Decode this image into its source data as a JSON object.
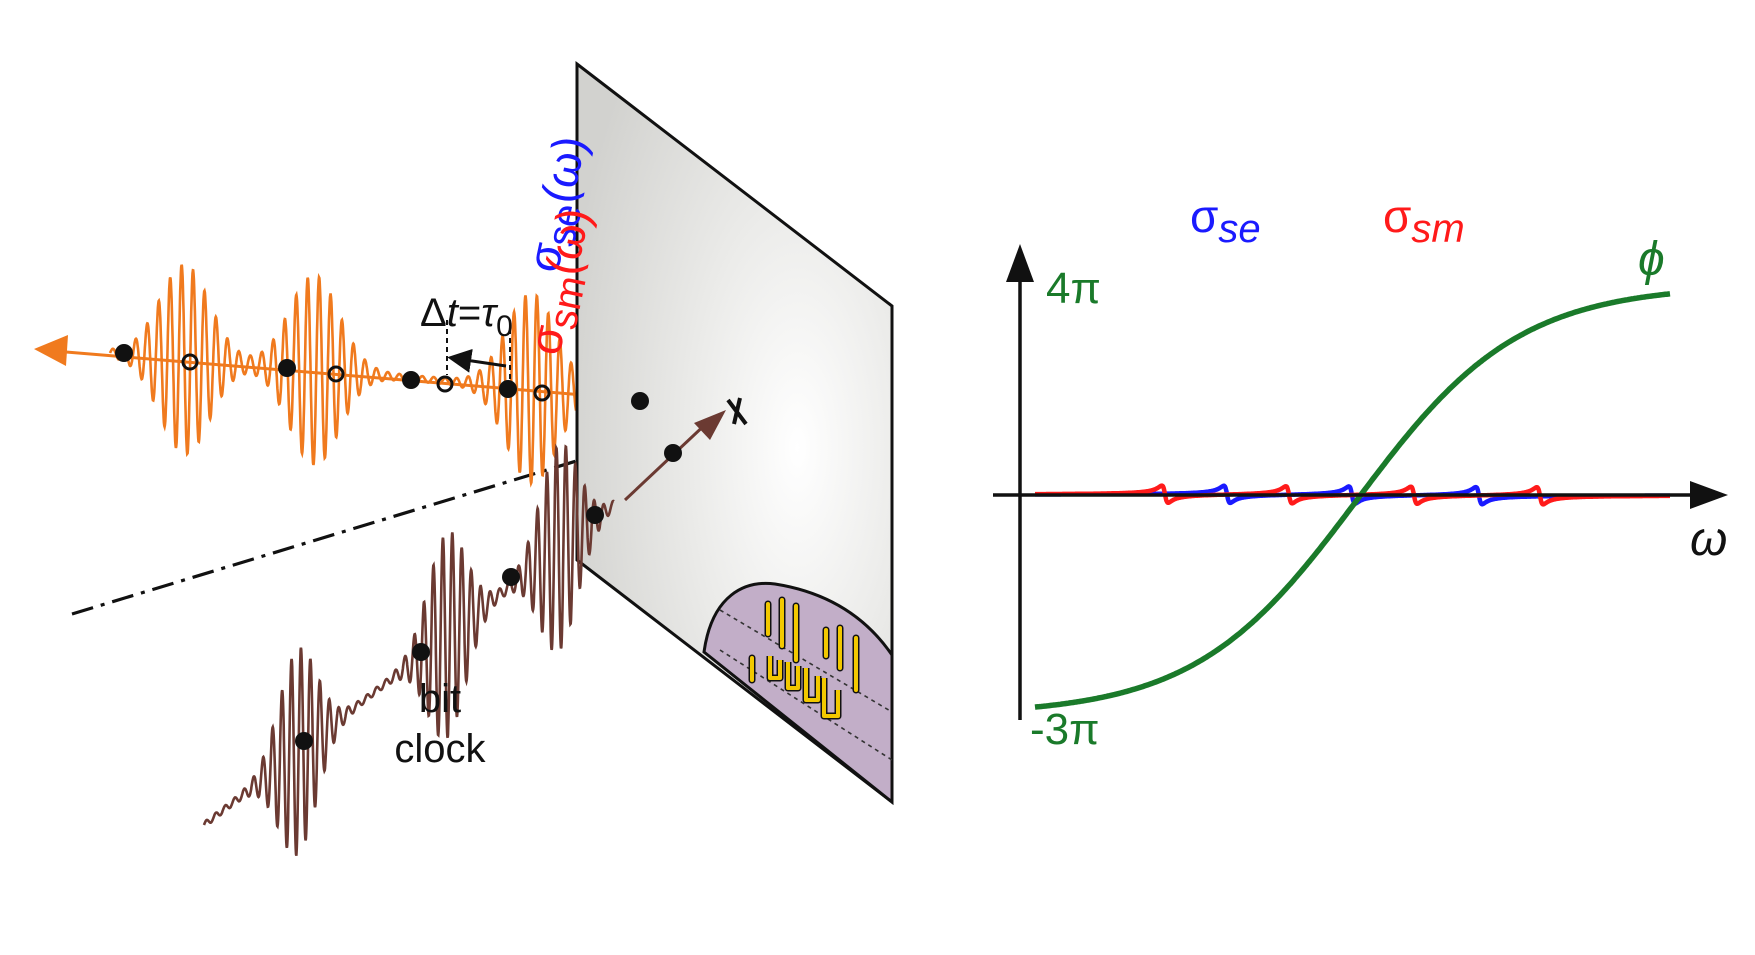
{
  "colors": {
    "orange": "#f07a1e",
    "brown": "#6b3a32",
    "blue": "#1a1aff",
    "red": "#ff1a1a",
    "green": "#1a7a2a",
    "purple": "#c2aec8",
    "gold": "#f2c800",
    "black": "#111111"
  },
  "left_panel": {
    "screen_label_se": {
      "sym": "σ",
      "sub": "se",
      "arg": "(ω)"
    },
    "screen_label_sm": {
      "sym": "σ",
      "sub": "sm",
      "arg": "(ω)"
    },
    "delay_label": {
      "prefix": "Δ",
      "t": "t",
      "eq": "=",
      "tau": "τ",
      "sub": "0"
    },
    "clock_label_line1": "bit",
    "clock_label_line2": "clock"
  },
  "right_panel": {
    "series_label_se": {
      "sym": "σ",
      "sub": "se"
    },
    "series_label_sm": {
      "sym": "σ",
      "sub": "sm"
    },
    "phase_label": "ϕ",
    "y_top_label": "4π",
    "y_bottom_label": "-3π",
    "x_axis_label": "ω"
  },
  "chart_data": {
    "type": "line",
    "xlabel": "ω",
    "ylabel": "",
    "y_tick_labels": [
      "4π",
      "-3π"
    ],
    "series": [
      {
        "name": "σse",
        "color": "#1a1aff",
        "resonances": [
          3,
          5,
          7
        ]
      },
      {
        "name": "σsm",
        "color": "#ff1a1a",
        "resonances": [
          2,
          4,
          6,
          8
        ]
      },
      {
        "name": "ϕ",
        "color": "#1a7a2a",
        "range": [
          "-3π",
          "4π"
        ]
      }
    ]
  }
}
